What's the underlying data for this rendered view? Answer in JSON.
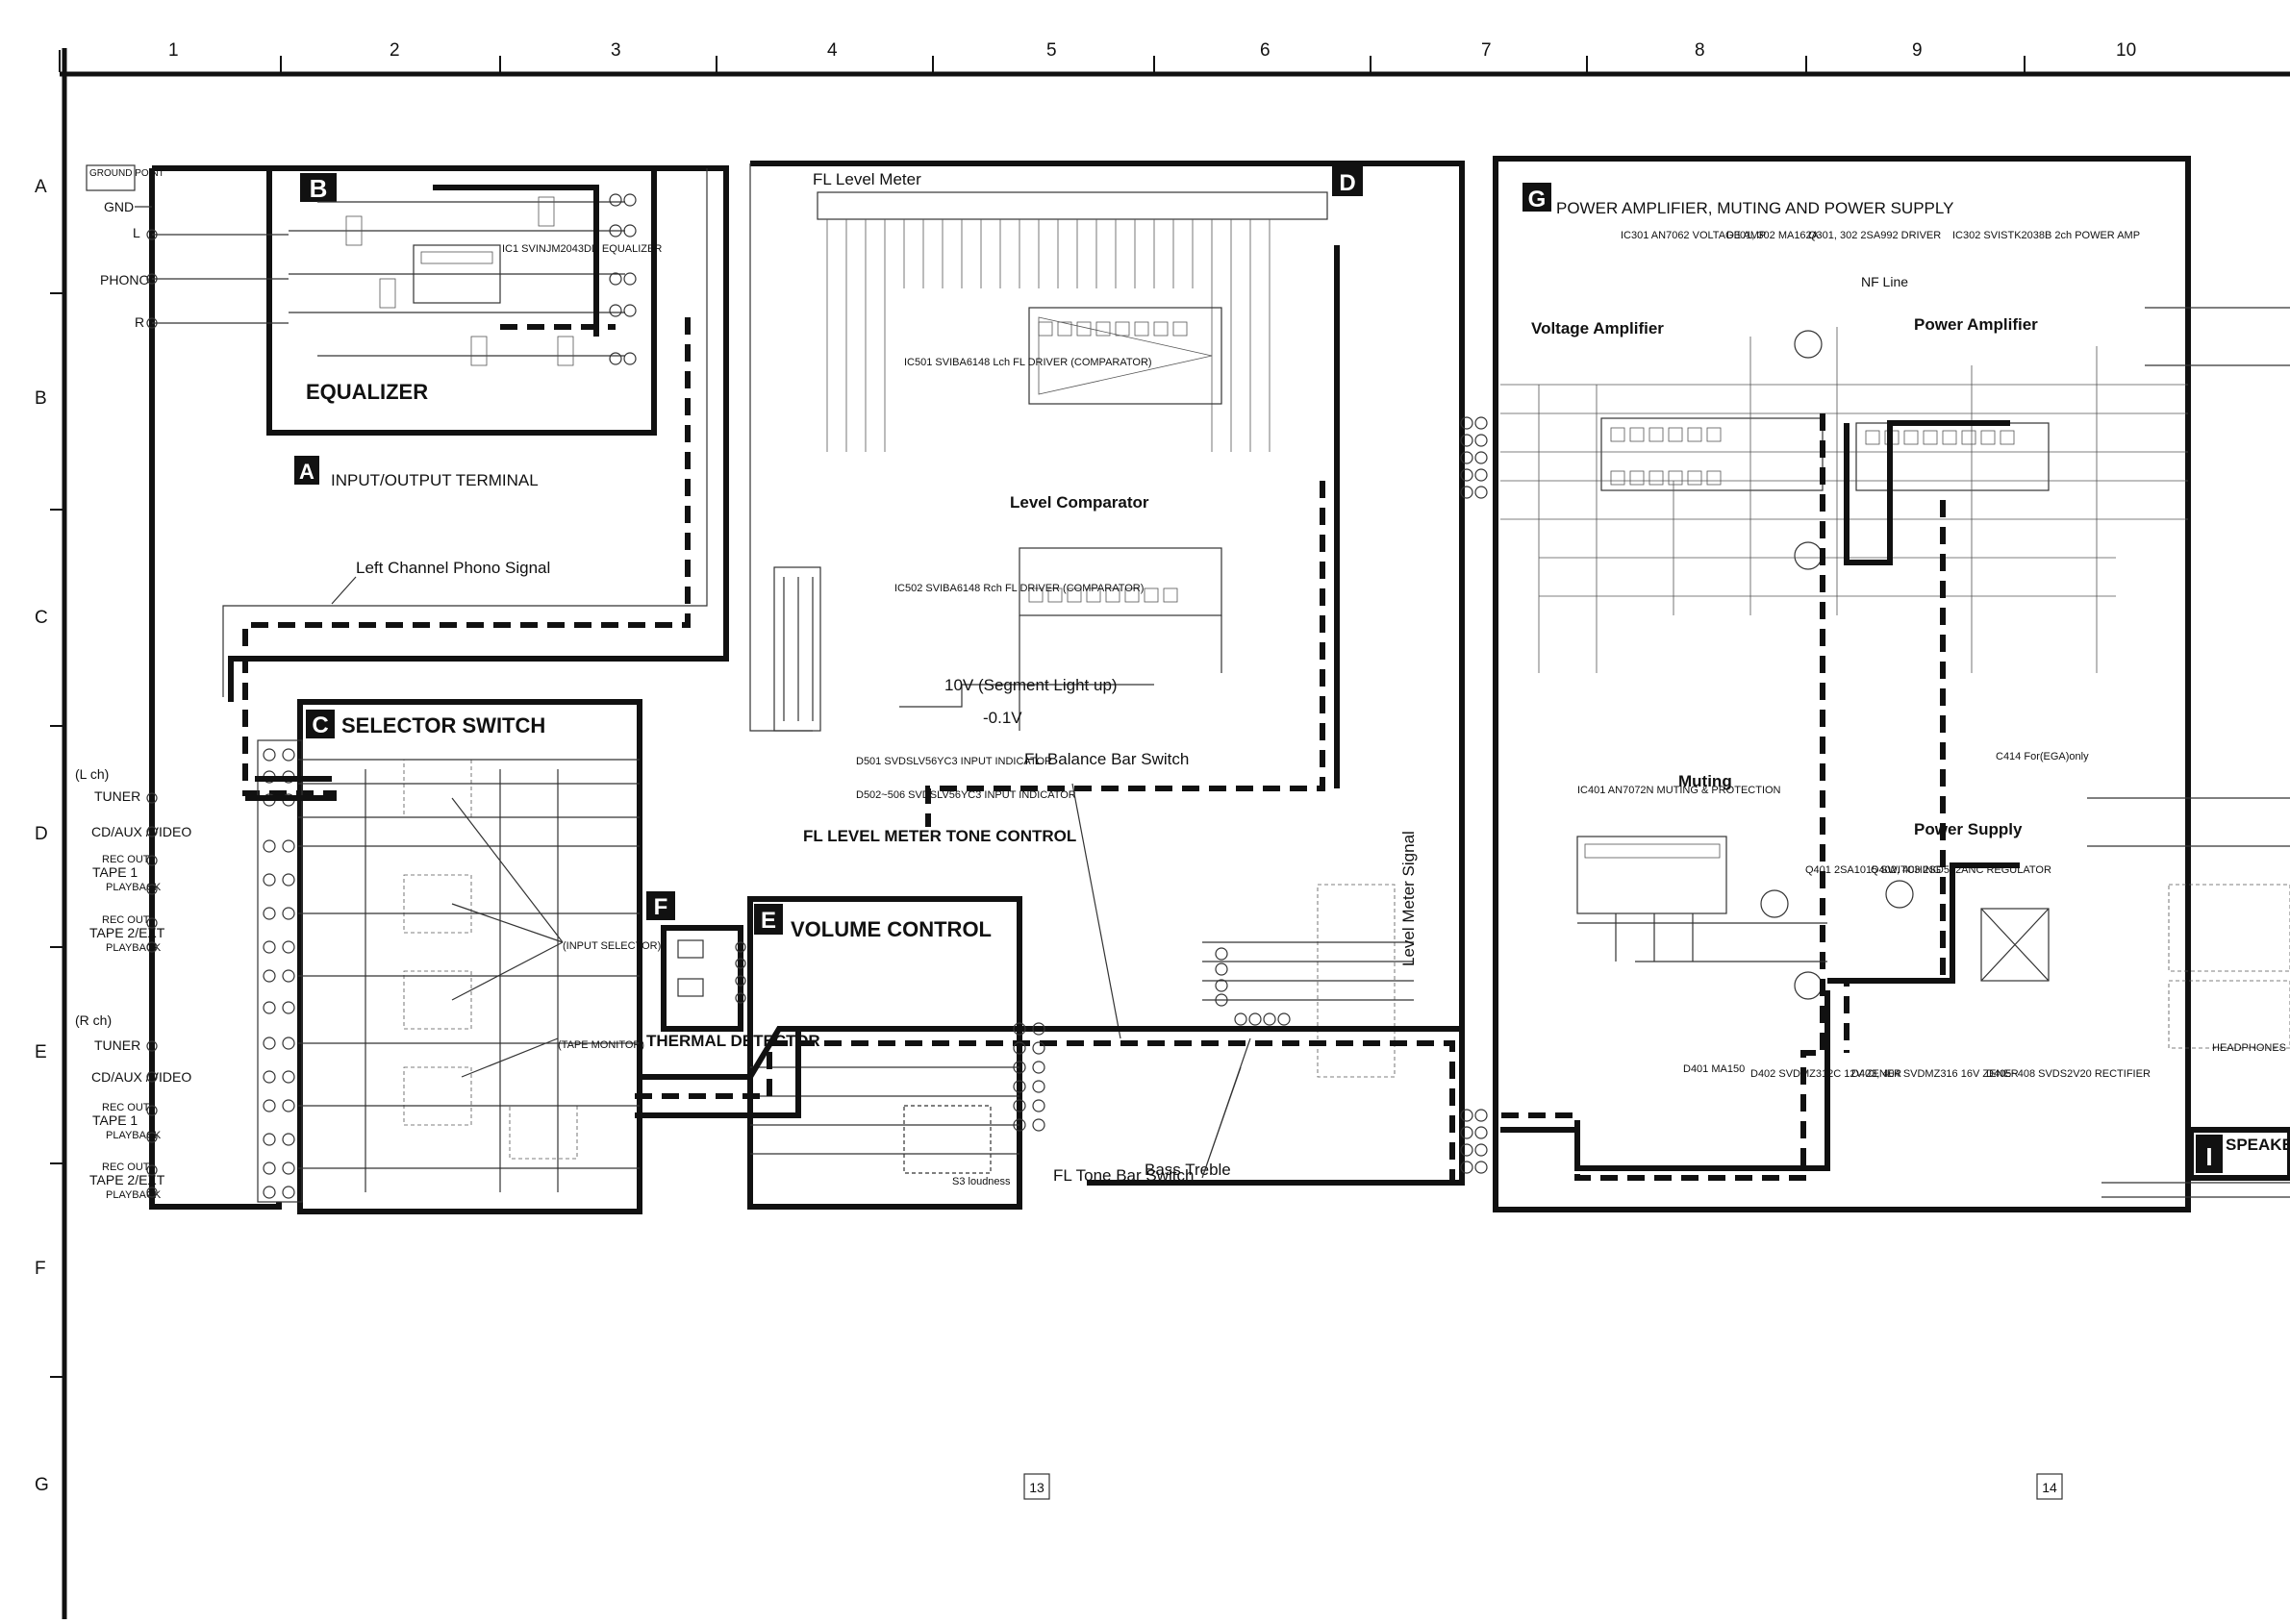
{
  "grid": {
    "columns": [
      "1",
      "2",
      "3",
      "4",
      "5",
      "6",
      "7",
      "8",
      "9",
      "10"
    ],
    "rows": [
      "A",
      "B",
      "C",
      "D",
      "E",
      "F",
      "G"
    ]
  },
  "page_numbers": [
    "13",
    "14"
  ],
  "left_terminals": {
    "ground_point": "GROUND POINT",
    "gnd": "GND",
    "l": "L",
    "phono": "PHONO",
    "r": "R",
    "l_ch": "(L ch)",
    "r_ch": "(R ch)",
    "tuner_l": "TUNER",
    "cd_aux_l": "CD/AUX /VIDEO",
    "rec_out_1": "REC OUT",
    "tape1": "TAPE 1",
    "playback_1": "PLAYBACK",
    "rec_out_2": "REC OUT",
    "tape2": "TAPE 2/EXT",
    "playback_2": "PLAYBACK",
    "tuner_r": "TUNER",
    "cd_aux_r": "CD/AUX /VIDEO",
    "rec_out_3": "REC OUT",
    "tape1_r": "TAPE 1",
    "playback_3": "PLAYBACK",
    "rec_out_4": "REC OUT",
    "tape2_r": "TAPE 2/EXT",
    "playback_4": "PLAYBACK"
  },
  "blocks": {
    "b": {
      "letter": "B",
      "title": "EQUALIZER",
      "ic": "IC1 SVINJM2043DD EQUALIZER"
    },
    "a": {
      "letter": "A",
      "title": "INPUT/OUTPUT TERMINAL"
    },
    "c": {
      "letter": "C",
      "title": "SELECTOR SWITCH"
    },
    "d": {
      "letter": "D",
      "title": "FL LEVEL METER TONE CONTROL",
      "meter": "FL Level Meter"
    },
    "e": {
      "letter": "E",
      "title": "VOLUME CONTROL"
    },
    "f": {
      "letter": "F",
      "title": "THERMAL DETECTOR"
    },
    "g": {
      "letter": "G",
      "title": "POWER AMPLIFIER, MUTING AND POWER SUPPLY"
    },
    "i": {
      "letter": "I",
      "title": "SPEAKER SWITCH"
    }
  },
  "annotations": {
    "left_channel_phono": "Left Channel Phono Signal",
    "level_comparator": "Level Comparator",
    "ic501": "IC501 SVIBA6148 Lch FL DRIVER (COMPARATOR)",
    "ic502": "IC502 SVIBA6148 Rch FL DRIVER (COMPARATOR)",
    "segment_10v": "10V (Segment Light up)",
    "segment_01v": "-0.1V",
    "d501": "D501 SVDSLV56YC3 INPUT INDICATOR",
    "d502": "D502~506 SVDSLV56YC3 INPUT INDICATOR",
    "fl_balance": "FL Balance Bar Switch",
    "fl_tone": "FL Tone Bar Switch",
    "bass_treble": "Bass Treble",
    "level_meter_signal": "Level Meter Signal",
    "input_selector": "(INPUT SELECTOR)",
    "tape_monitor": "(TAPE MONITOR)",
    "loudness": "S3 loudness",
    "nf_line": "NF Line",
    "voltage_amplifier": "Voltage Amplifier",
    "power_amplifier": "Power Amplifier",
    "muting": "Muting",
    "power_supply": "Power Supply",
    "ic301": "IC301 AN7062 VOLTAGE AMP",
    "d301": "D301, 302 MA162A",
    "q301": "Q301, 302 2SA992 DRIVER",
    "ic302": "IC302 SVISTK2038B 2ch POWER AMP",
    "ic401": "IC401 AN7072N MUTING & PROTECTION",
    "q401": "Q401 2SA1015 SWITCHING",
    "q402": "Q402, 403 2SD592ANC REGULATOR",
    "d401": "D401 MA150",
    "d402": "D402 SVDMZ312C 12V ZENER",
    "d403": "D403, 404 SVDMZ316 16V ZENER",
    "d405": "D405~408 SVDS2V20 RECTIFIER",
    "c414": "C414 For(EGA)only",
    "headphones": "HEADPHONES"
  }
}
